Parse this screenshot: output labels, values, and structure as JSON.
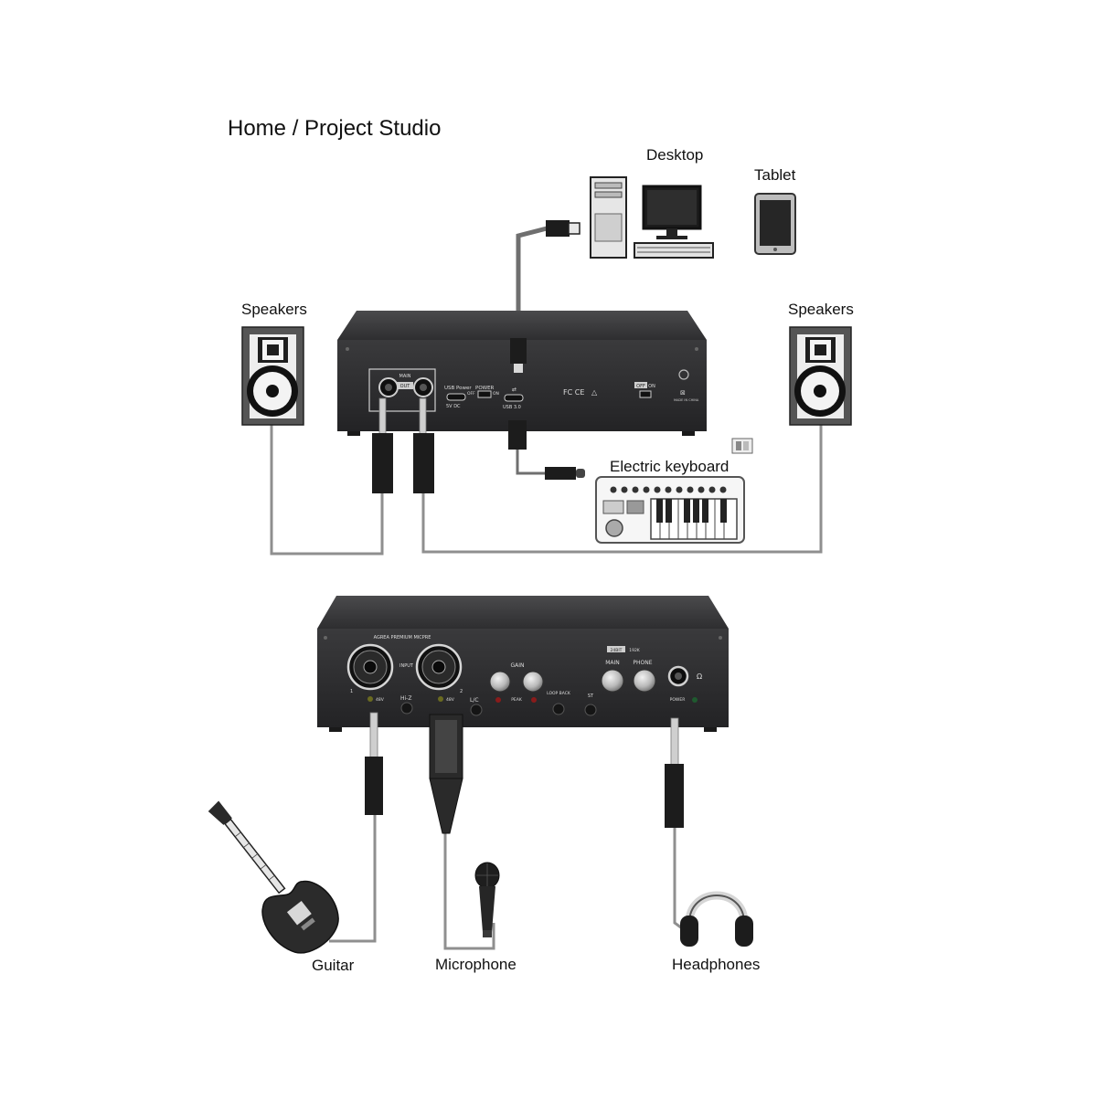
{
  "title": "Home / Project Studio",
  "labels": {
    "desktop": "Desktop",
    "tablet": "Tablet",
    "speakers_left": "Speakers",
    "speakers_right": "Speakers",
    "electric_keyboard": "Electric keyboard",
    "guitar": "Guitar",
    "microphone": "Microphone",
    "headphones": "Headphones"
  },
  "rear_panel": {
    "main_out": "MAIN",
    "out": "OUT",
    "usb_power": "USB Power",
    "dc": "5V DC",
    "power": "POWER",
    "off": "OFF",
    "on": "ON",
    "usb3": "USB 3.0",
    "certs": "FC CE",
    "switch_off": "OFF",
    "switch_on": "ON",
    "made_in": "MADE IN CHINA"
  },
  "front_panel": {
    "header": "AGREA PREMIUM MICPRE",
    "input": "INPUT",
    "ch1": "1",
    "ch2": "2",
    "v48a": "48V",
    "v48b": "48V",
    "hiz": "Hi-Z",
    "lc": "L/C",
    "gain": "GAIN",
    "peak": "PEAK",
    "loop_back": "LOOP BACK",
    "st": "ST",
    "bit": "24BIT",
    "rate": "192K",
    "main": "MAIN",
    "phone": "PHONE",
    "power": "POWER"
  },
  "colors": {
    "device_body": "#3b3b3d",
    "device_face": "#2a2a2c",
    "cable": "#8a8a8a",
    "plug": "#1c1c1c"
  }
}
